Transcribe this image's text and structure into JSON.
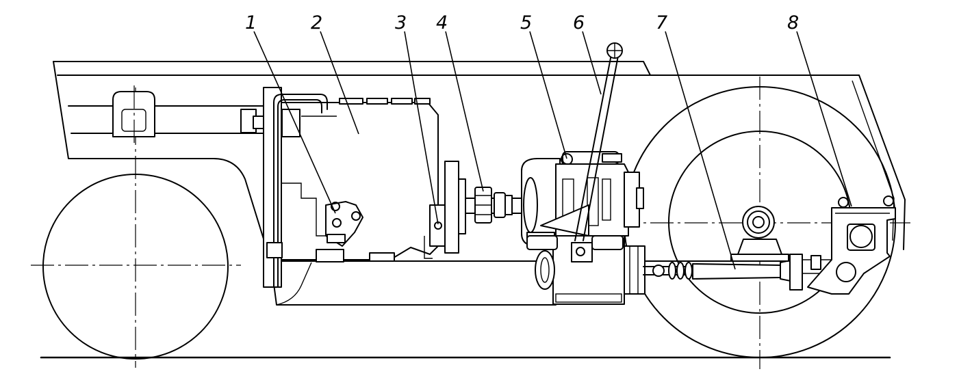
{
  "callouts": {
    "c1": "1",
    "c2": "2",
    "c3": "3",
    "c4": "4",
    "c5": "5",
    "c6": "6",
    "c7": "7",
    "c8": "8"
  },
  "colors": {
    "line": "#000000",
    "background": "#ffffff"
  }
}
